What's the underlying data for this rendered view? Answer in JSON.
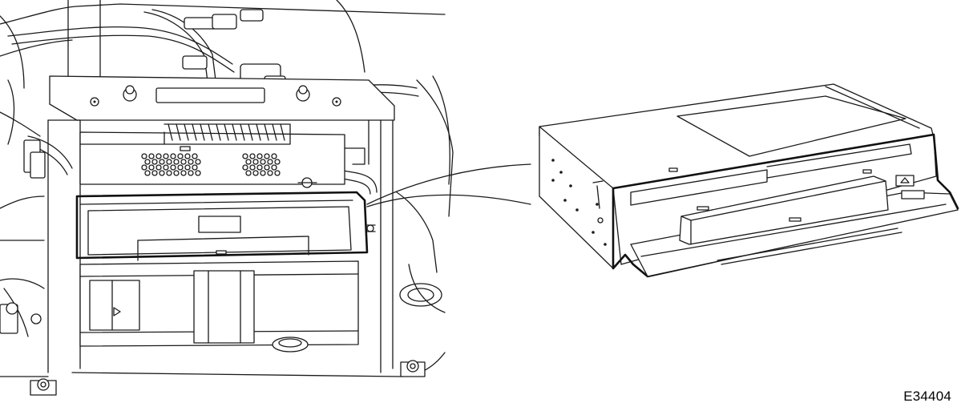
{
  "figure": {
    "code": "E34404",
    "left_view": "vehicle-installed-unit",
    "right_view": "removed-unit-detail",
    "callout": "leader-lines-to-detail"
  },
  "colors": {
    "ink": "#1a1a1a",
    "background": "#ffffff"
  },
  "icons": [
    "eject-icon",
    "play-icon"
  ]
}
